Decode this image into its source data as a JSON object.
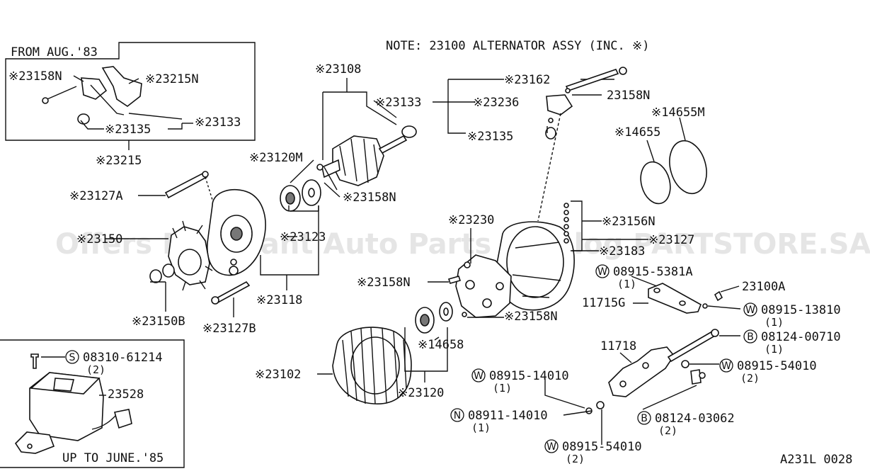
{
  "note": "NOTE: 23100 ALTERNATOR ASSY (INC. ※)",
  "diagram_code": "A231L 0028",
  "watermark": "Offers Merchant Auto Parts Catalog PARTSTORE.SA",
  "boxes": {
    "from_aug": "FROM AUG.'83",
    "up_to_june": "UP TO JUNE.'85"
  },
  "parts": {
    "p23108": "※23108",
    "p23158N_a": "※23158N",
    "p23215N": "※23215N",
    "p23133_a": "※23133",
    "p23135_a": "※23135",
    "p23215": "※23215",
    "p23133_b": "※23133",
    "p23120M": "※23120M",
    "p23158N_b": "※23158N",
    "p23127A": "※23127A",
    "p23150": "※23150",
    "p23123": "※23123",
    "p23118": "※23118",
    "p23150B": "※23150B",
    "p23127B": "※23127B",
    "p23162": "※23162",
    "p23236": "※23236",
    "p23158N_c": "23158N",
    "p23135_b": "※23135",
    "p14655M": "※14655M",
    "p14655": "※14655",
    "p23230": "※23230",
    "p23156N": "※23156N",
    "p23127": "※23127",
    "p23183": "※23183",
    "p23158N_d": "※23158N",
    "p23158N_e": "※23158N",
    "p14658": "※14658",
    "p23102": "※23102",
    "p23120": "※23120",
    "p23100A": "23100A",
    "p11715G": "11715G",
    "p11718": "11718",
    "p23528": "23528"
  },
  "fasteners": [
    {
      "sym": "W",
      "num": "08915-5381A",
      "qty": "(1)"
    },
    {
      "sym": "W",
      "num": "08915-13810",
      "qty": "(1)"
    },
    {
      "sym": "B",
      "num": "08124-00710",
      "qty": "(1)"
    },
    {
      "sym": "W",
      "num": "08915-54010",
      "qty": "(2)"
    },
    {
      "sym": "B",
      "num": "08124-03062",
      "qty": "(2)"
    },
    {
      "sym": "W",
      "num": "08915-14010",
      "qty": "(1)"
    },
    {
      "sym": "N",
      "num": "08911-14010",
      "qty": "(1)"
    },
    {
      "sym": "W",
      "num": "08915-54010",
      "qty": "(2)"
    },
    {
      "sym": "S",
      "num": "08310-61214",
      "qty": "(2)"
    }
  ]
}
